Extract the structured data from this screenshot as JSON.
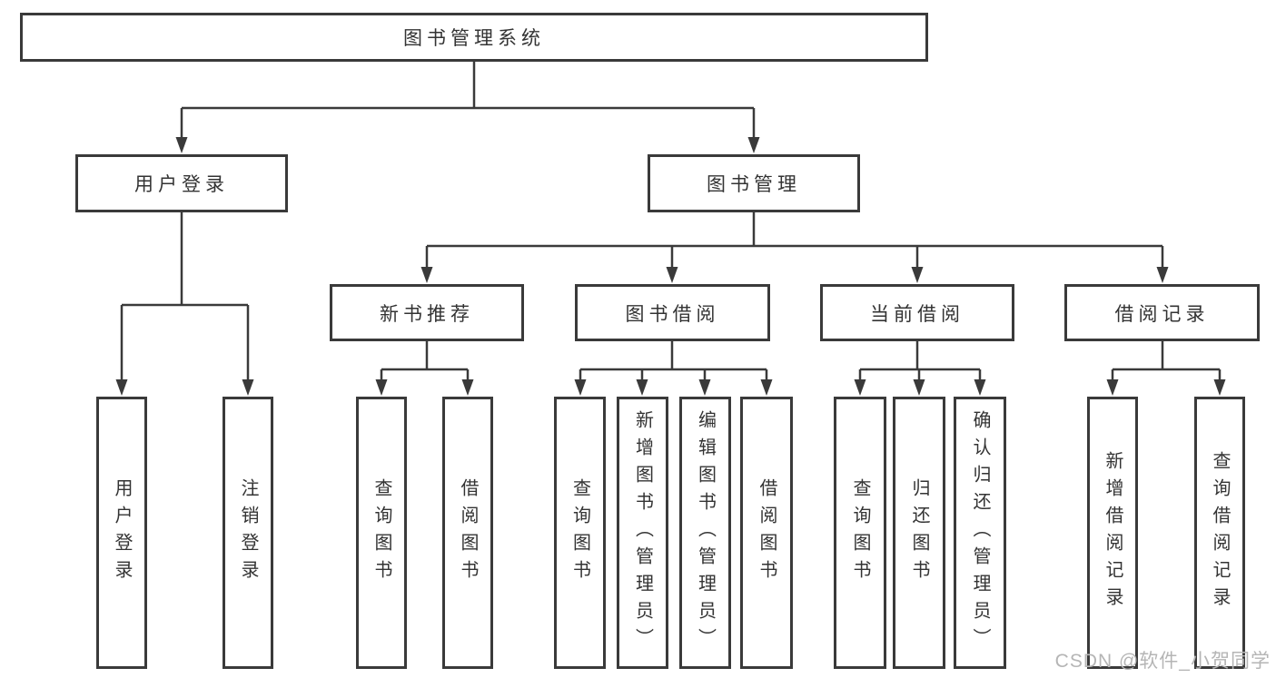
{
  "diagram": {
    "watermark": "CSDN @软件_小贺同学",
    "colors": {
      "background": "#ffffff",
      "box_fill": "#ffffff",
      "box_border": "#3a3a3a",
      "line": "#3a3a3a",
      "text": "#333333",
      "watermark": "#b5b5b5"
    },
    "nodes": {
      "root": {
        "label": "图书管理系统"
      },
      "user_login": {
        "label": "用户登录"
      },
      "book_mgmt": {
        "label": "图书管理"
      },
      "new_book_rec": {
        "label": "新书推荐"
      },
      "book_borrow": {
        "label": "图书借阅"
      },
      "current_borrow": {
        "label": "当前借阅"
      },
      "borrow_records": {
        "label": "借阅记录"
      },
      "leaf_user_login": {
        "label": "用户登录"
      },
      "leaf_logout": {
        "label": "注销登录"
      },
      "nbr_query": {
        "label": "查询图书"
      },
      "nbr_borrow": {
        "label": "借阅图书"
      },
      "bb_query": {
        "label": "查询图书"
      },
      "bb_add": {
        "label": "新增图书（管理员）"
      },
      "bb_edit": {
        "label": "编辑图书（管理员）"
      },
      "bb_borrow": {
        "label": "借阅图书"
      },
      "cb_query": {
        "label": "查询图书"
      },
      "cb_return": {
        "label": "归还图书"
      },
      "cb_confirm": {
        "label": "确认归还（管理员）"
      },
      "br_add": {
        "label": "新增借阅记录"
      },
      "br_query": {
        "label": "查询借阅记录"
      }
    },
    "structure": [
      {
        "parent": "图书管理系统",
        "children": [
          "用户登录",
          "图书管理"
        ]
      },
      {
        "parent": "用户登录",
        "children": [
          "用户登录",
          "注销登录"
        ]
      },
      {
        "parent": "图书管理",
        "children": [
          "新书推荐",
          "图书借阅",
          "当前借阅",
          "借阅记录"
        ]
      },
      {
        "parent": "新书推荐",
        "children": [
          "查询图书",
          "借阅图书"
        ]
      },
      {
        "parent": "图书借阅",
        "children": [
          "查询图书",
          "新增图书（管理员）",
          "编辑图书（管理员）",
          "借阅图书"
        ]
      },
      {
        "parent": "当前借阅",
        "children": [
          "查询图书",
          "归还图书",
          "确认归还（管理员）"
        ]
      },
      {
        "parent": "借阅记录",
        "children": [
          "新增借阅记录",
          "查询借阅记录"
        ]
      }
    ]
  }
}
